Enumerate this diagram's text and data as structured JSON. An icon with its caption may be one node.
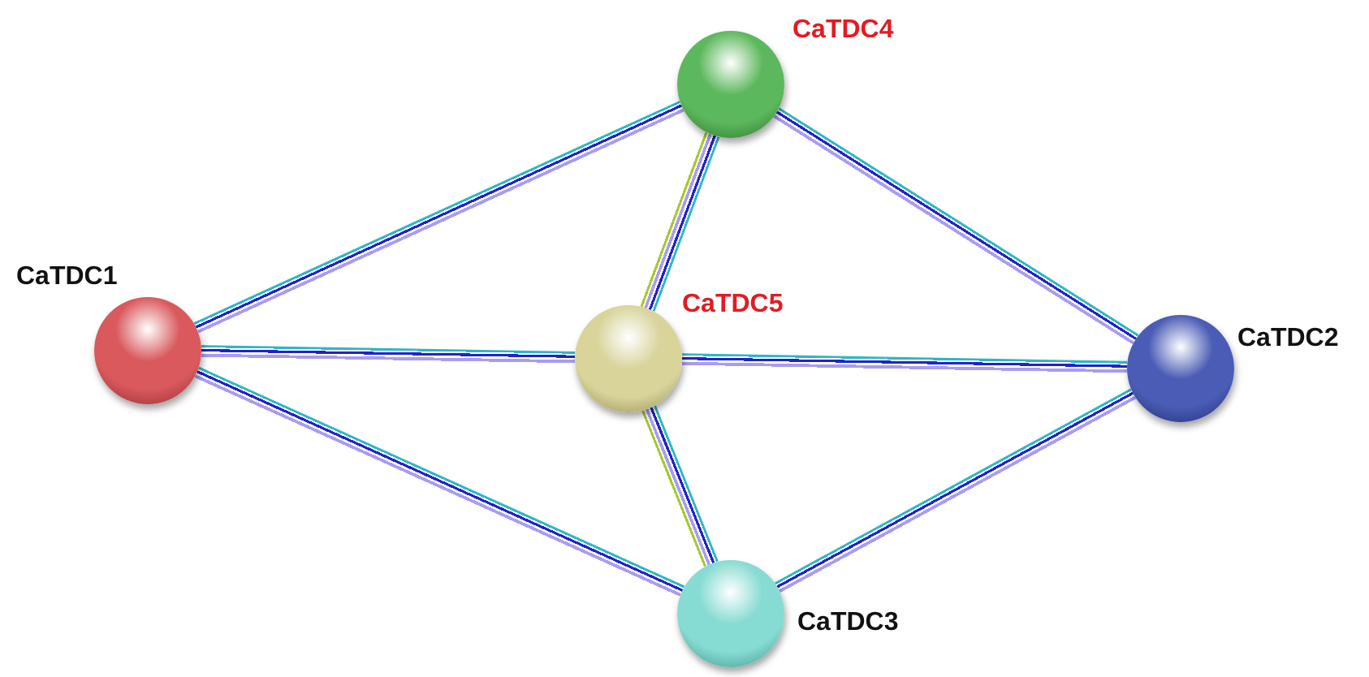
{
  "diagram": {
    "nodes": [
      {
        "text": [
          "CaTDC1"
        ]
      },
      {
        "text": [
          "CaTDC4"
        ]
      },
      {
        "text": [
          "CaTDC5"
        ]
      },
      {
        "text": [
          "CaTDC2"
        ]
      },
      {
        "text": [
          "CaTDC3"
        ]
      }
    ],
    "edges": [
      {
        "from": 0,
        "to": 1,
        "arrow": "none"
      },
      {
        "from": 0,
        "to": 2,
        "arrow": "none"
      },
      {
        "from": 0,
        "to": 4,
        "arrow": "none"
      },
      {
        "from": 1,
        "to": 2,
        "arrow": "none"
      },
      {
        "from": 1,
        "to": 3,
        "arrow": "none"
      },
      {
        "from": 2,
        "to": 3,
        "arrow": "none"
      },
      {
        "from": 2,
        "to": 4,
        "arrow": "none"
      },
      {
        "from": 4,
        "to": 3,
        "arrow": "none"
      }
    ]
  }
}
